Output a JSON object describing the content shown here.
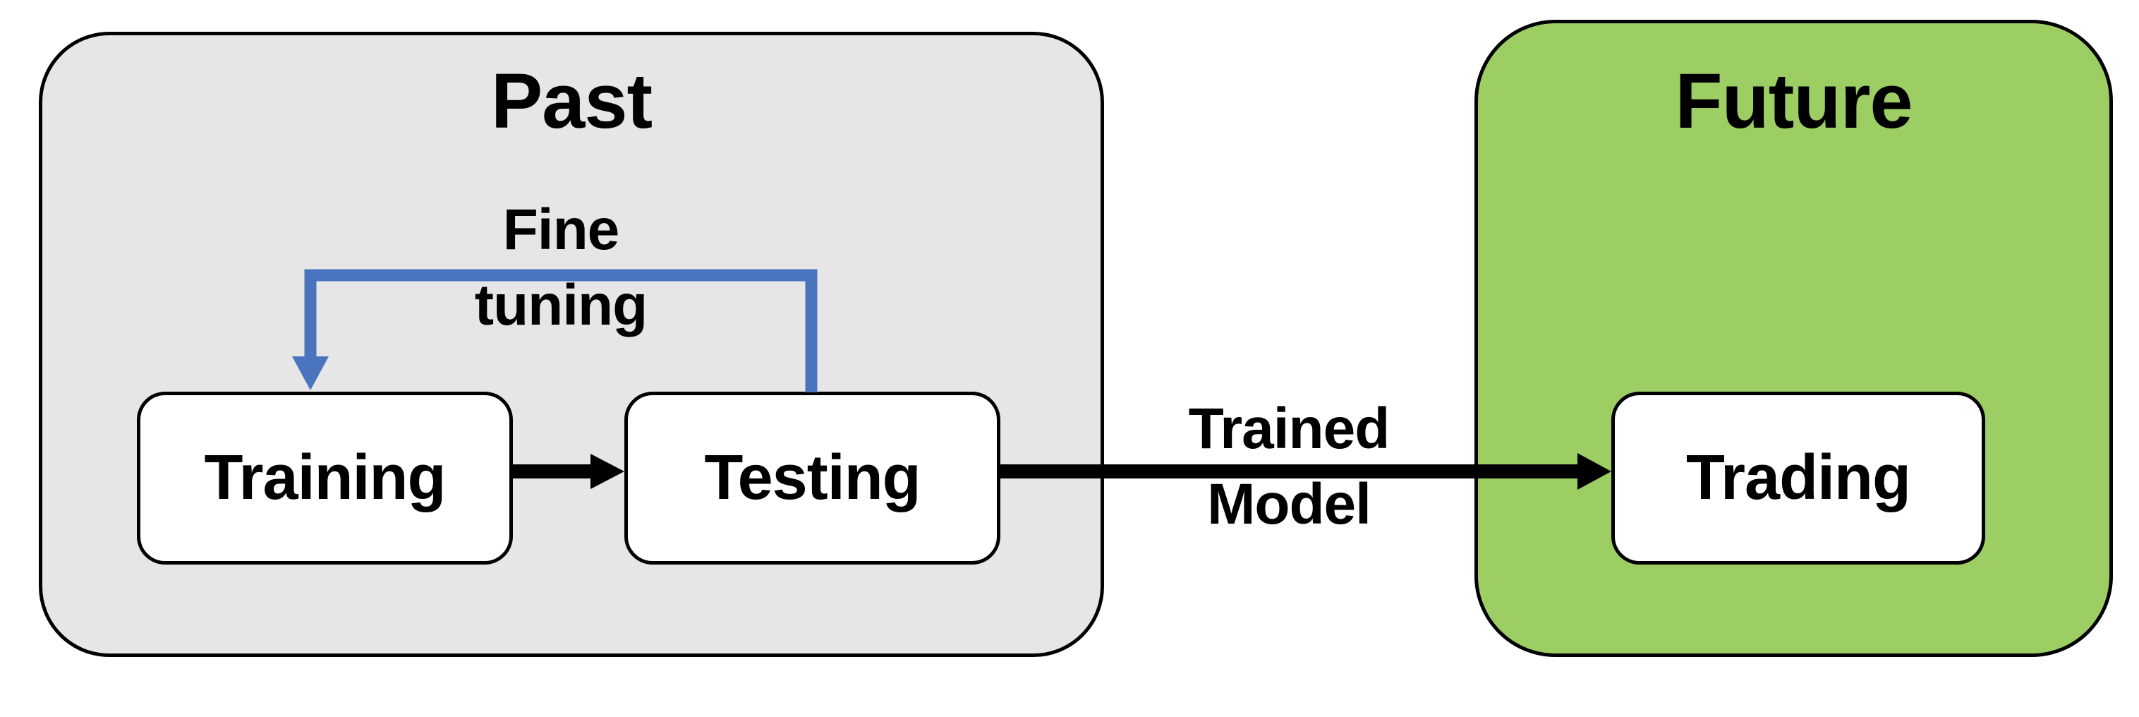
{
  "diagram": {
    "background_color": "#FFFFFF",
    "past": {
      "title": "Past",
      "fill_color": "#E6E6E6",
      "border_color": "#000000"
    },
    "future": {
      "title": "Future",
      "fill_color": "#9DCE64",
      "border_color": "#000000"
    },
    "nodes": {
      "training": {
        "label": "Training",
        "fill_color": "#FFFFFF"
      },
      "testing": {
        "label": "Testing",
        "fill_color": "#FFFFFF"
      },
      "trading": {
        "label": "Trading",
        "fill_color": "#FFFFFF"
      }
    },
    "edges": {
      "training_to_testing": {
        "color": "#000000"
      },
      "fine_tuning": {
        "line1": "Fine",
        "line2": "tuning",
        "color": "#4A74BE"
      },
      "trained_model": {
        "line1": "Trained",
        "line2": "Model",
        "color": "#000000"
      }
    }
  }
}
